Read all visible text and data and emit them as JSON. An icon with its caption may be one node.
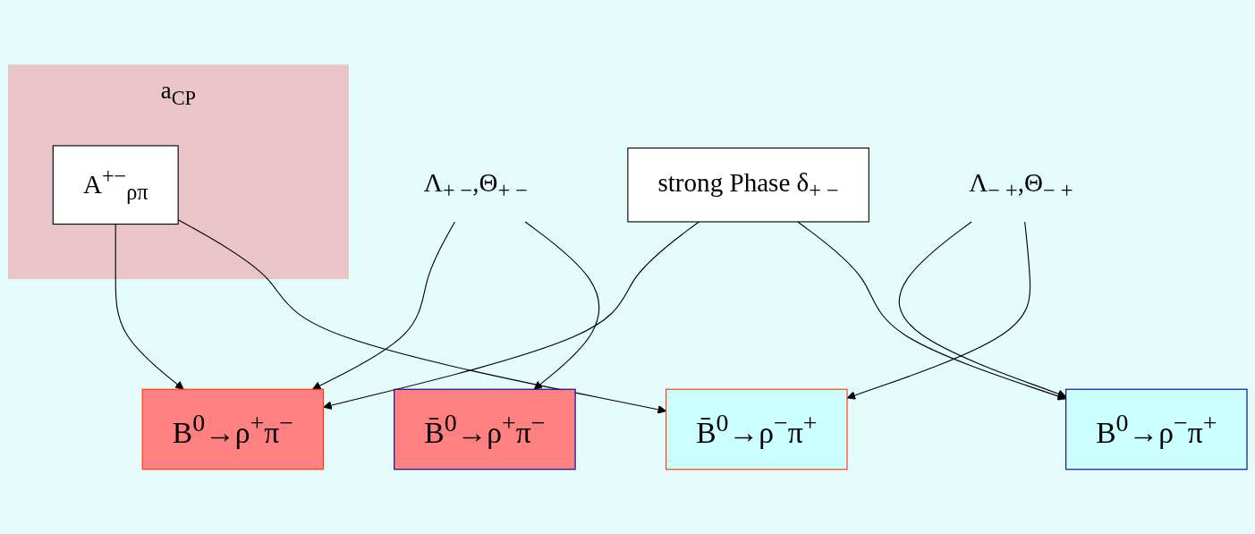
{
  "diagram": {
    "nodes": [
      {
        "text": [
          "B$^{0}$→ρ$^{+}$π$^{−}$"
        ]
      },
      {
        "text": [
          "strong Phase δ$_{+ −}$"
        ]
      },
      {
        "text": [
          "B$^{0}$→ρ$^{−}$π$^{+}$"
        ]
      },
      {
        "text": [
          "a$_{CP}$"
        ]
      },
      {
        "text": [
          "A$^{+−}$$_{ρπ}$"
        ],
        "in": 3
      },
      {
        "text": [
          "Λ$_{+ −}$,Θ$_{+ −}$"
        ]
      },
      {
        "text": [
          "B̄$^{0}$→ρ$^{+}$π$^{−}$"
        ]
      },
      {
        "text": [
          "Λ$_{− +}$,Θ$_{− +}$"
        ]
      },
      {
        "text": [
          "B̄$^{0}$→ρ$^{−}$π$^{+}$"
        ]
      }
    ],
    "edges": [
      {
        "from": 1,
        "to": 0,
        "arrow": "to"
      },
      {
        "from": 1,
        "to": 2,
        "arrow": "to"
      },
      {
        "from": 4,
        "to": 0,
        "arrow": "to"
      },
      {
        "from": 4,
        "to": 8,
        "arrow": "to"
      },
      {
        "from": 5,
        "to": 0,
        "arrow": "to"
      },
      {
        "from": 5,
        "to": 6,
        "arrow": "to"
      },
      {
        "from": 7,
        "to": 2,
        "arrow": "to"
      },
      {
        "from": 7,
        "to": 8,
        "arrow": "to"
      }
    ]
  }
}
